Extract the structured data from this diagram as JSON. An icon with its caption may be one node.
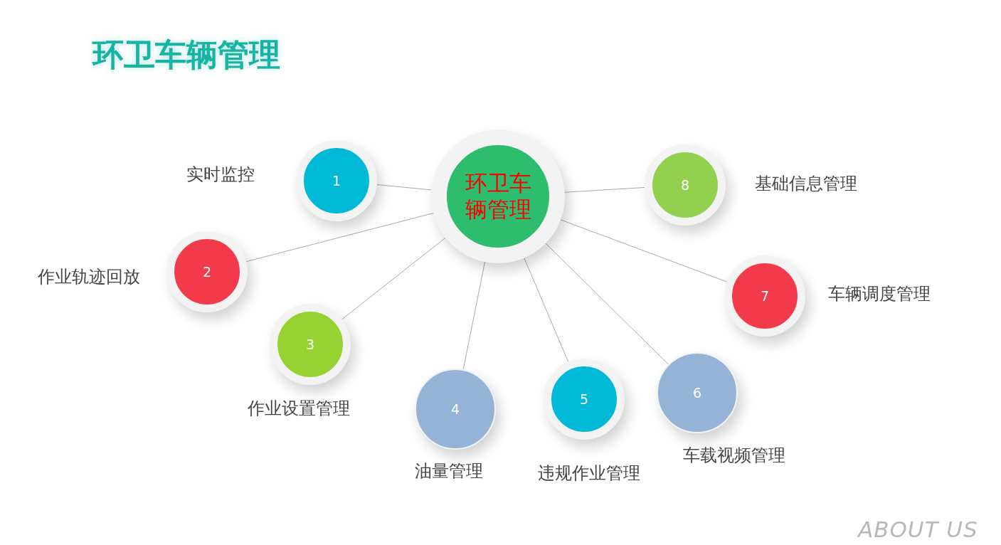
{
  "diagram": {
    "title": "环卫车辆管理",
    "nodes": [
      {
        "text": [
          "环卫车辆管理"
        ]
      },
      {
        "text": [
          "1"
        ],
        "beside": [
          "实时监控"
        ]
      },
      {
        "text": [
          "2"
        ],
        "beside": [
          "作业轨迹回放"
        ]
      },
      {
        "text": [
          "3"
        ],
        "beside": [
          "作业设置管理"
        ]
      },
      {
        "text": [
          "4"
        ],
        "beside": [
          "油量管理"
        ]
      },
      {
        "text": [
          "5"
        ],
        "beside": [
          "违规作业管理"
        ]
      },
      {
        "text": [
          "6"
        ],
        "beside": [
          "车载视频管理"
        ]
      },
      {
        "text": [
          "7"
        ],
        "beside": [
          "车辆调度管理"
        ]
      },
      {
        "text": [
          "8"
        ],
        "beside": [
          "基础信息管理"
        ]
      }
    ],
    "edges": [
      {
        "from": 0,
        "to": 1,
        "arrow": "none"
      },
      {
        "from": 0,
        "to": 2,
        "arrow": "none"
      },
      {
        "from": 0,
        "to": 3,
        "arrow": "none"
      },
      {
        "from": 0,
        "to": 4,
        "arrow": "none"
      },
      {
        "from": 0,
        "to": 5,
        "arrow": "none"
      },
      {
        "from": 0,
        "to": 6,
        "arrow": "none"
      },
      {
        "from": 0,
        "to": 7,
        "arrow": "none"
      },
      {
        "from": 0,
        "to": 8,
        "arrow": "none"
      }
    ],
    "labels": [
      "ABOUT US"
    ]
  }
}
